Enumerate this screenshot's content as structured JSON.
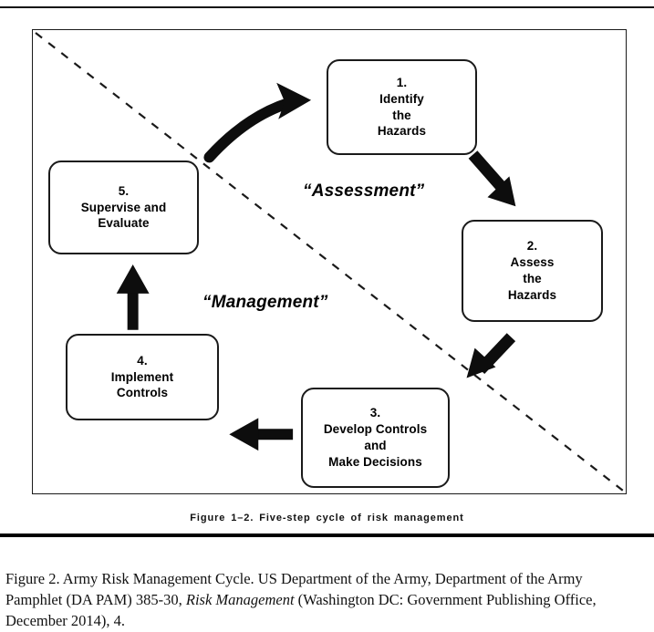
{
  "figure": {
    "inner_caption": "Figure 1–2. Five-step cycle of risk management",
    "region_labels": {
      "assessment": "“Assessment”",
      "management": "“Management”"
    },
    "steps": [
      {
        "id": "box1",
        "number": "1.",
        "lines": [
          "Identify",
          "the",
          "Hazards"
        ]
      },
      {
        "id": "box2",
        "number": "2.",
        "lines": [
          "Assess",
          "the",
          "Hazards"
        ]
      },
      {
        "id": "box3",
        "number": "3.",
        "lines": [
          "Develop Controls",
          "and",
          "Make Decisions"
        ]
      },
      {
        "id": "box4",
        "number": "4.",
        "lines": [
          "Implement",
          "Controls"
        ]
      },
      {
        "id": "box5",
        "number": "5.",
        "lines": [
          "Supervise and",
          "Evaluate"
        ]
      }
    ],
    "arrows": [
      {
        "name": "arrow-5-to-1",
        "style": "curved",
        "direction": "up-right"
      },
      {
        "name": "arrow-1-to-2",
        "style": "straight",
        "direction": "down-right"
      },
      {
        "name": "arrow-2-to-3",
        "style": "straight",
        "direction": "down-left"
      },
      {
        "name": "arrow-3-to-4",
        "style": "straight",
        "direction": "left"
      },
      {
        "name": "arrow-4-to-5",
        "style": "straight",
        "direction": "up"
      }
    ],
    "divider": {
      "name": "dashed-diagonal",
      "style": "dashed",
      "from": "top-left",
      "to": "bottom-right"
    },
    "colors": {
      "ink": "#000000",
      "frame": "#1a1a1a",
      "background": "#ffffff"
    }
  },
  "caption": {
    "part1": "Figure 2. Army Risk Management Cycle. US Department of the Army, Department of the Army Pamphlet (DA PAM) 385-30, ",
    "title_italic": "Risk Management",
    "part2": " (Washington DC: Government Publishing Office, December 2014), 4."
  }
}
